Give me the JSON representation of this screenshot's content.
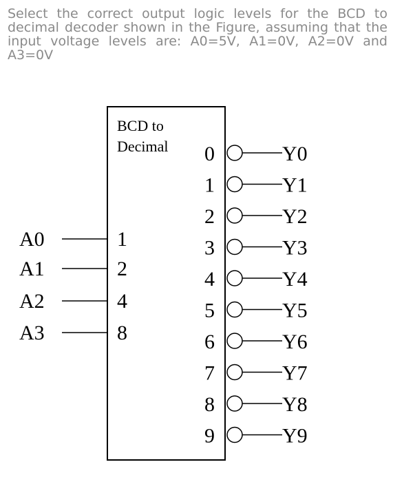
{
  "question": "Select the correct output logic levels for the BCD to decimal decoder shown in the Figure, assuming that the input voltage levels are: A0=5V, A1=0V, A2=0V and A3=0V",
  "decoder": {
    "title_line1": "BCD to",
    "title_line2": "Decimal",
    "inputs": [
      {
        "name": "A0",
        "weight": "1"
      },
      {
        "name": "A1",
        "weight": "2"
      },
      {
        "name": "A2",
        "weight": "4"
      },
      {
        "name": "A3",
        "weight": "8"
      }
    ],
    "outputs": [
      {
        "pin": "0",
        "name": "Y0"
      },
      {
        "pin": "1",
        "name": "Y1"
      },
      {
        "pin": "2",
        "name": "Y2"
      },
      {
        "pin": "3",
        "name": "Y3"
      },
      {
        "pin": "4",
        "name": "Y4"
      },
      {
        "pin": "5",
        "name": "Y5"
      },
      {
        "pin": "6",
        "name": "Y6"
      },
      {
        "pin": "7",
        "name": "Y7"
      },
      {
        "pin": "8",
        "name": "Y8"
      },
      {
        "pin": "9",
        "name": "Y9"
      }
    ]
  }
}
